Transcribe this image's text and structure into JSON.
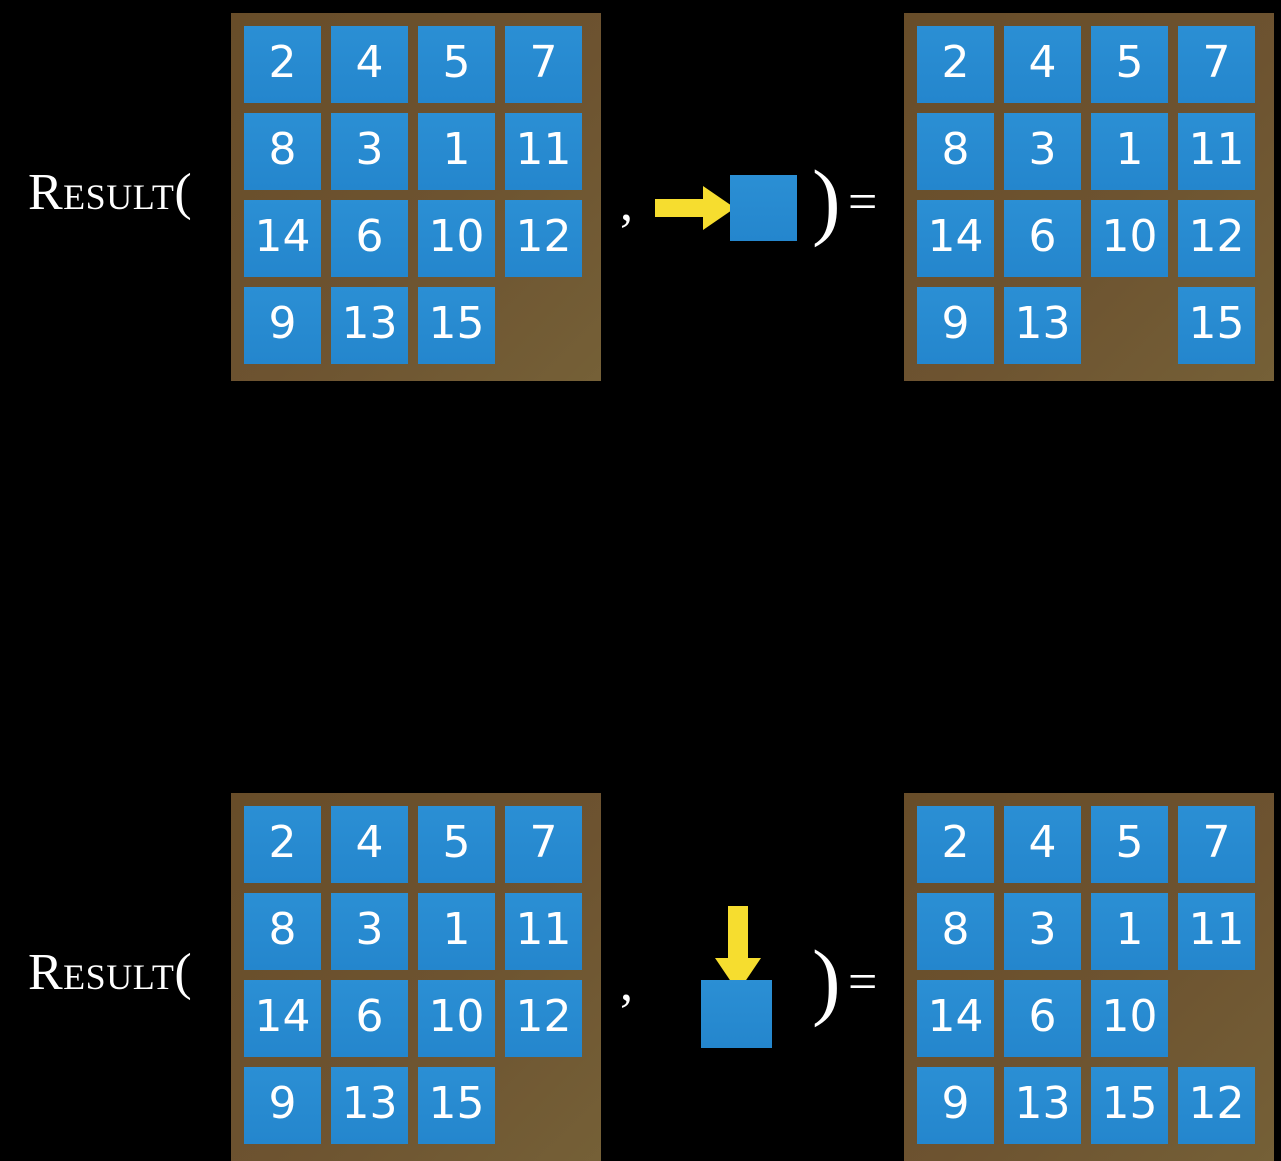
{
  "background_color": "#000000",
  "palette": {
    "tile_blue": "#2489d0",
    "frame_brown": "#6a4f2c",
    "arrow_yellow": "#f6dd2f",
    "text_white": "#ffffff"
  },
  "rows": [
    {
      "id": "slide-right",
      "function_label": "Result(",
      "comma": ",",
      "close_paren": ")",
      "equals": "=",
      "operator": {
        "icon": "arrow-right-icon",
        "direction": "right",
        "description": "yellow arrow pointing right into blank tile"
      },
      "input_grid": {
        "rows": 4,
        "cols": 4,
        "cells": [
          [
            "2",
            "4",
            "5",
            "7"
          ],
          [
            "8",
            "3",
            "1",
            "11"
          ],
          [
            "14",
            "6",
            "10",
            "12"
          ],
          [
            "9",
            "13",
            "15",
            ""
          ]
        ]
      },
      "output_grid": {
        "rows": 4,
        "cols": 4,
        "cells": [
          [
            "2",
            "4",
            "5",
            "7"
          ],
          [
            "8",
            "3",
            "1",
            "11"
          ],
          [
            "14",
            "6",
            "10",
            "12"
          ],
          [
            "9",
            "13",
            "",
            "15"
          ]
        ]
      }
    },
    {
      "id": "slide-down",
      "function_label": "Result(",
      "comma": ",",
      "close_paren": ")",
      "equals": "=",
      "operator": {
        "icon": "arrow-down-icon",
        "direction": "down",
        "description": "yellow arrow pointing down into blank tile"
      },
      "input_grid": {
        "rows": 4,
        "cols": 4,
        "cells": [
          [
            "2",
            "4",
            "5",
            "7"
          ],
          [
            "8",
            "3",
            "1",
            "11"
          ],
          [
            "14",
            "6",
            "10",
            "12"
          ],
          [
            "9",
            "13",
            "15",
            ""
          ]
        ]
      },
      "output_grid": {
        "rows": 4,
        "cols": 4,
        "cells": [
          [
            "2",
            "4",
            "5",
            "7"
          ],
          [
            "8",
            "3",
            "1",
            "11"
          ],
          [
            "14",
            "6",
            "10",
            ""
          ],
          [
            "9",
            "13",
            "15",
            "12"
          ]
        ]
      }
    }
  ]
}
